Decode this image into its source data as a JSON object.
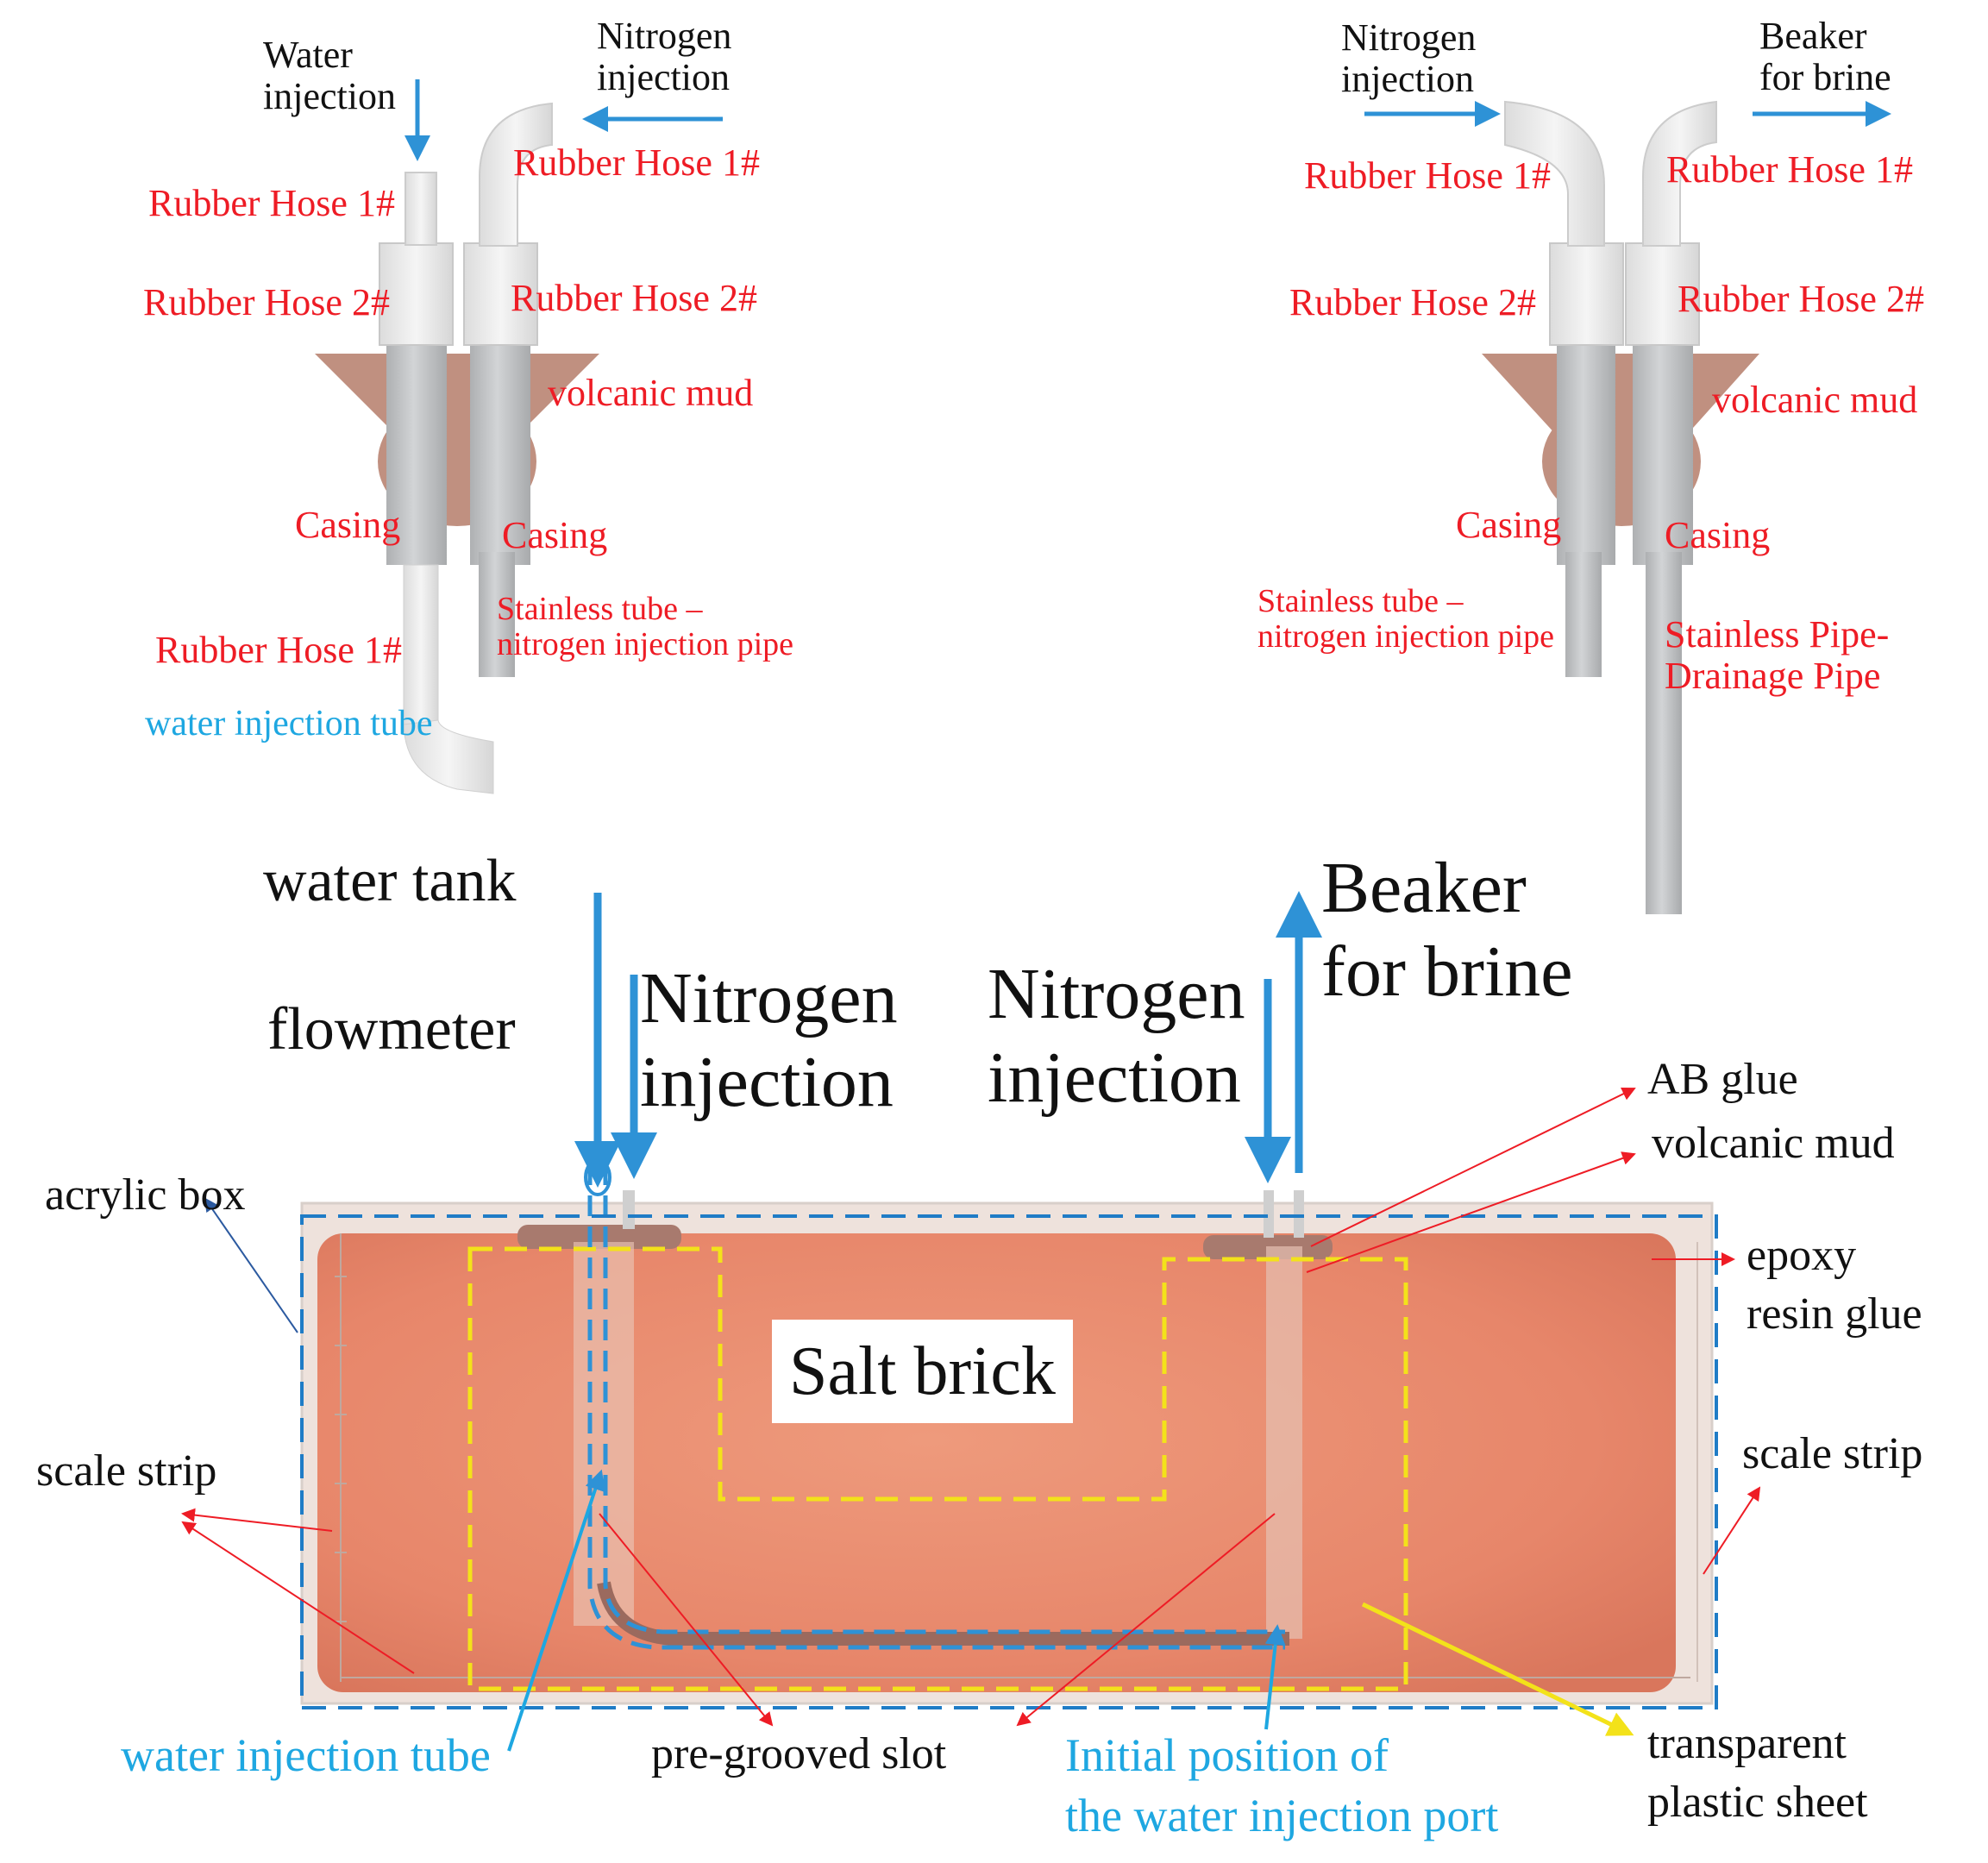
{
  "colors": {
    "label_red": "#ee1c25",
    "arrow_blue": "#2e92d6",
    "label_cyan": "#1ea7e1",
    "volcanic_mud": "#c09080",
    "tube_grey": "#c4c6c8",
    "salt_brick": "#e98a6c",
    "dashed_yellow": "#f3e21a",
    "dashed_blue": "#1f7cc6"
  },
  "left_assembly": {
    "water_injection": "Water\ninjection",
    "nitrogen_injection": "Nitrogen\ninjection",
    "rubber_hose_1_left": "Rubber Hose 1#",
    "rubber_hose_1_right": "Rubber Hose 1#",
    "rubber_hose_2_left": "Rubber Hose 2#",
    "rubber_hose_2_right": "Rubber Hose 2#",
    "volcanic_mud": "volcanic mud",
    "casing_left": "Casing",
    "casing_right": "Casing",
    "stainless_tube": "Stainless tube –\n nitrogen injection pipe",
    "rubber_hose_1_bottom": "Rubber Hose 1#",
    "water_injection_tube": "water injection tube"
  },
  "right_assembly": {
    "nitrogen_injection": "Nitrogen\ninjection",
    "beaker_for_brine": "Beaker\nfor brine",
    "rubber_hose_1_left": "Rubber Hose 1#",
    "rubber_hose_1_right": "Rubber Hose 1#",
    "rubber_hose_2_left": "Rubber Hose 2#",
    "rubber_hose_2_right": "Rubber Hose 2#",
    "volcanic_mud": "volcanic mud",
    "casing_left": "Casing",
    "casing_right": "Casing",
    "stainless_tube": "Stainless tube –\n nitrogen injection pipe",
    "stainless_pipe": "Stainless Pipe-\nDrainage Pipe"
  },
  "model": {
    "water_tank": "water tank",
    "flowmeter": "flowmeter",
    "nitrogen_injection_left": "Nitrogen\ninjection",
    "nitrogen_injection_right": "Nitrogen\ninjection",
    "beaker_for_brine": "Beaker\nfor brine",
    "ab_glue": "AB glue",
    "volcanic_mud": "volcanic mud",
    "epoxy_resin_glue": "epoxy\nresin glue",
    "acrylic_box": "acrylic box",
    "salt_brick": "Salt brick",
    "scale_strip_left": "scale strip",
    "scale_strip_right": "scale strip",
    "water_injection_tube": "water injection tube",
    "pre_grooved_slot": "pre-grooved slot",
    "initial_position": "Initial position of\n the water injection port",
    "transparent_plastic_sheet": "transparent\nplastic sheet"
  }
}
